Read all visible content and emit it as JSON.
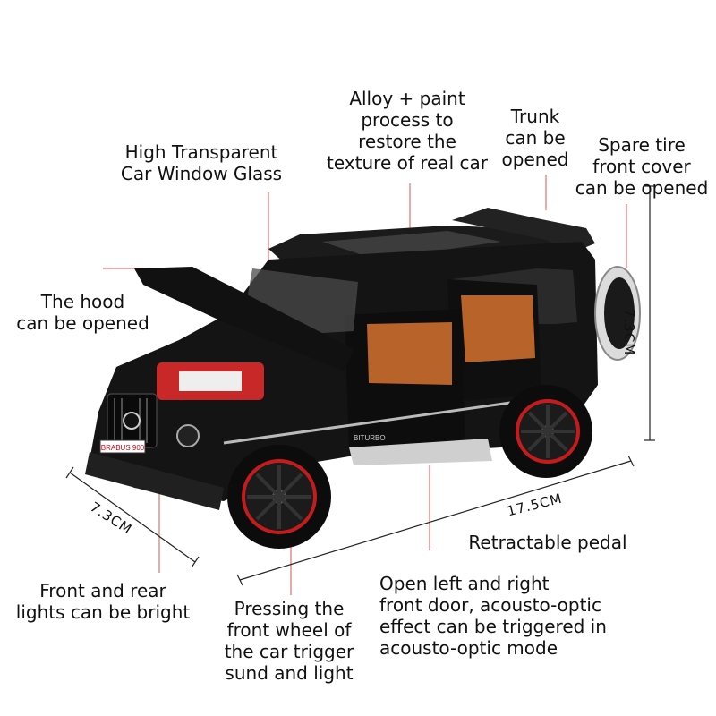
{
  "labels": {
    "alloy": "Alloy + paint\nprocess to\nrestore the\ntexture of real car",
    "window": "High Transparent\nCar Window Glass",
    "trunk": "Trunk\ncan be\nopened",
    "spare": "Spare tire\nfront cover\ncan be opened",
    "hood": "The hood\ncan be opened",
    "lights": "Front and rear\nlights can be bright",
    "wheel": "Pressing the\nfront wheel of\nthe car trigger\nsund and light",
    "doors": "Open left and right\nfront door, acousto-optic\neffect can be triggered in\nacousto-optic mode",
    "pedal": "Retractable pedal"
  },
  "dimensions": {
    "height": "7.3CM",
    "length": "17.5CM",
    "width": "7.3CM"
  },
  "car_badges": {
    "plate": "BRABUS 900",
    "side": "BITURBO"
  },
  "colors": {
    "leader": "#d9534f",
    "body": "#141414",
    "interior": "#b8632a",
    "wheel_rim": "#c41c1c"
  }
}
